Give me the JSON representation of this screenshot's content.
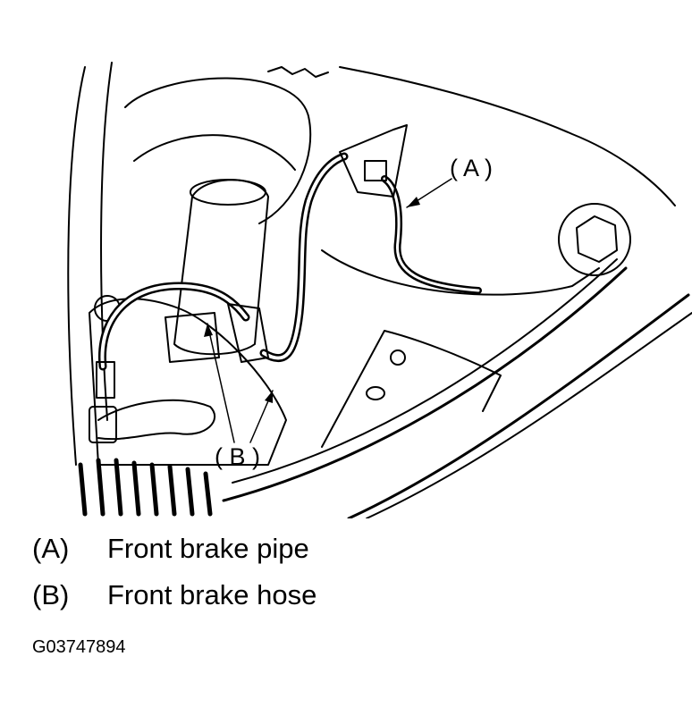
{
  "callouts": {
    "a": "( A )",
    "b": "( B )"
  },
  "legend": [
    {
      "key": "(A)",
      "text": "Front brake pipe"
    },
    {
      "key": "(B)",
      "text": "Front brake hose"
    }
  ],
  "figure_id": "G03747894",
  "colors": {
    "ink": "#000000",
    "paper": "#ffffff"
  }
}
